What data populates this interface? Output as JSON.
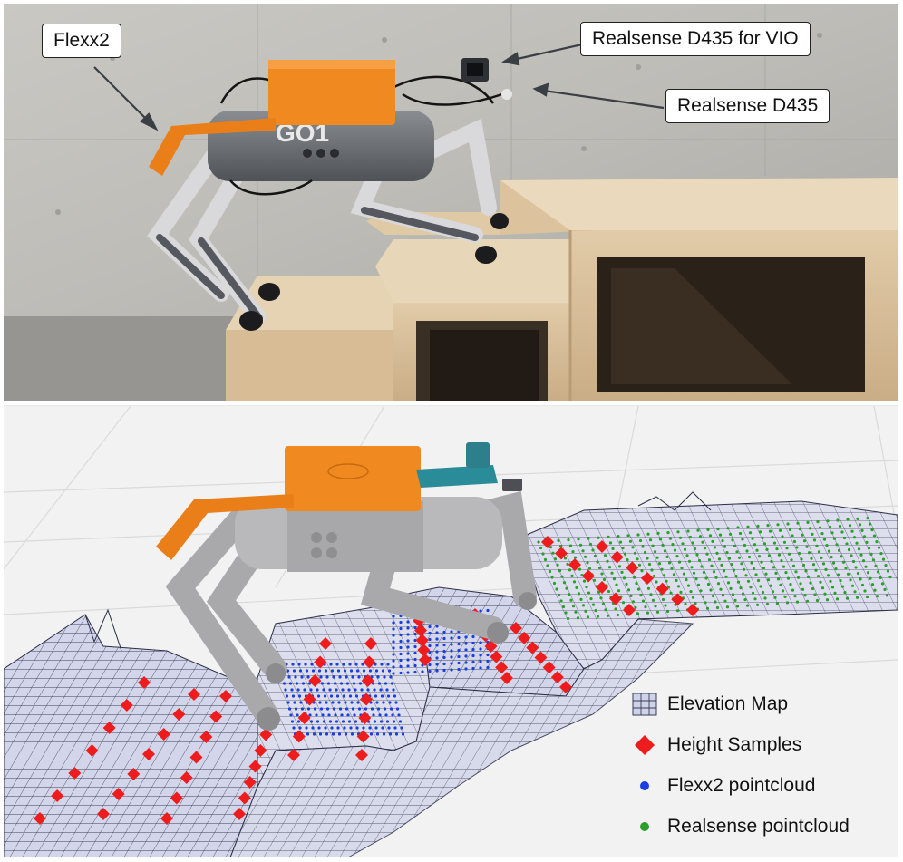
{
  "callouts": {
    "flexx2": "Flexx2",
    "realsense_vio": "Realsense D435 for VIO",
    "realsense": "Realsense D435"
  },
  "robot_marking": "GO1",
  "legend": {
    "elevation_map": "Elevation Map",
    "height_samples": "Height Samples",
    "flexx2_pointcloud": "Flexx2 pointcloud",
    "realsense_pointcloud": "Realsense pointcloud"
  },
  "colors": {
    "body_orange": "#f08a20",
    "height_sample_red": "#ee1c1c",
    "flexx2_blue": "#1a3ee0",
    "realsense_green": "#2aa02a",
    "mesh_line": "#2b2e45",
    "mesh_fill": "#c9cde6"
  },
  "icons": {
    "elevation_map": "grid-swatch-icon",
    "height_samples": "red-diamond-icon",
    "flexx2_pointcloud": "blue-dot-icon",
    "realsense_pointcloud": "green-dot-icon"
  }
}
